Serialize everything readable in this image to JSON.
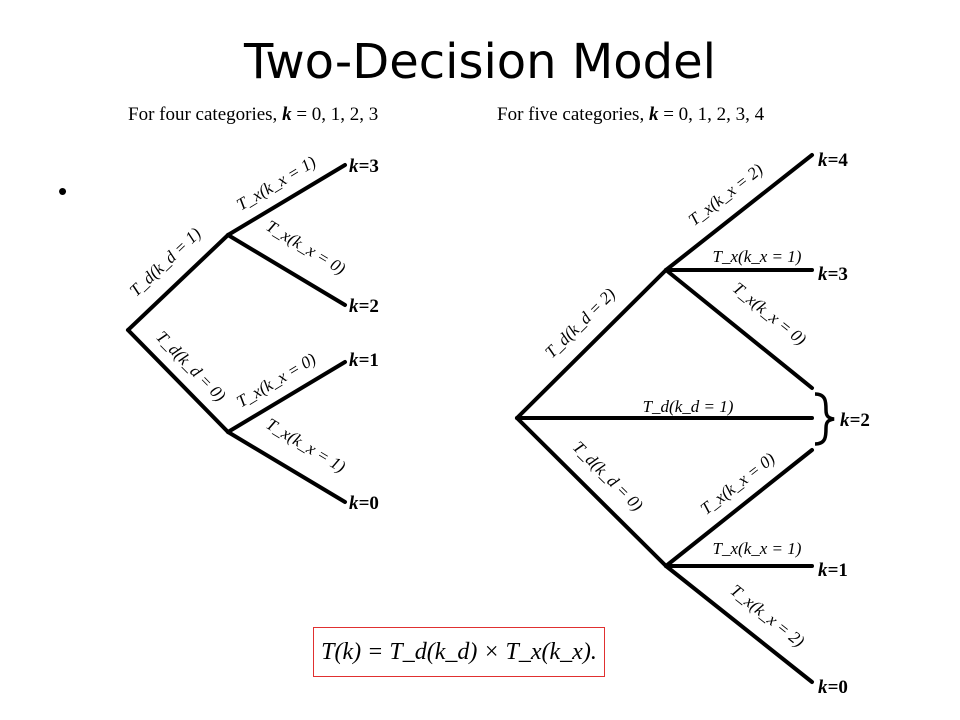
{
  "title": "Two-Decision Model",
  "bullet": "•",
  "left_tree": {
    "caption_prefix": "For four categories, ",
    "caption_k": "k",
    "caption_suffix": " = 0, 1, 2, 3",
    "edges": {
      "upper": "T_d(k_d = 1)",
      "lower": "T_d(k_d = 0)",
      "upper_up": "T_x(k_x = 1)",
      "upper_down": "T_x(k_x = 0)",
      "lower_up": "T_x(k_x = 0)",
      "lower_down": "T_x(k_x = 1)"
    },
    "leaves": [
      "3",
      "2",
      "1",
      "0"
    ]
  },
  "right_tree": {
    "caption_prefix": "For five categories, ",
    "caption_k": "k",
    "caption_suffix": " = 0, 1, 2, 3, 4",
    "edges": {
      "upper": "T_d(k_d = 2)",
      "middle": "T_d(k_d = 1)",
      "lower": "T_d(k_d = 0)",
      "u_up": "T_x(k_x = 2)",
      "u_mid": "T_x(k_x = 1)",
      "u_down": "T_x(k_x = 0)",
      "l_up": "T_x(k_x = 0)",
      "l_mid": "T_x(k_x = 1)",
      "l_down": "T_x(k_x = 2)"
    },
    "leaves": [
      "4",
      "3",
      "2",
      "1",
      "0"
    ]
  },
  "leaf_prefix": "k=",
  "formula": "T(k) = T_d(k_d) × T_x(k_x)."
}
